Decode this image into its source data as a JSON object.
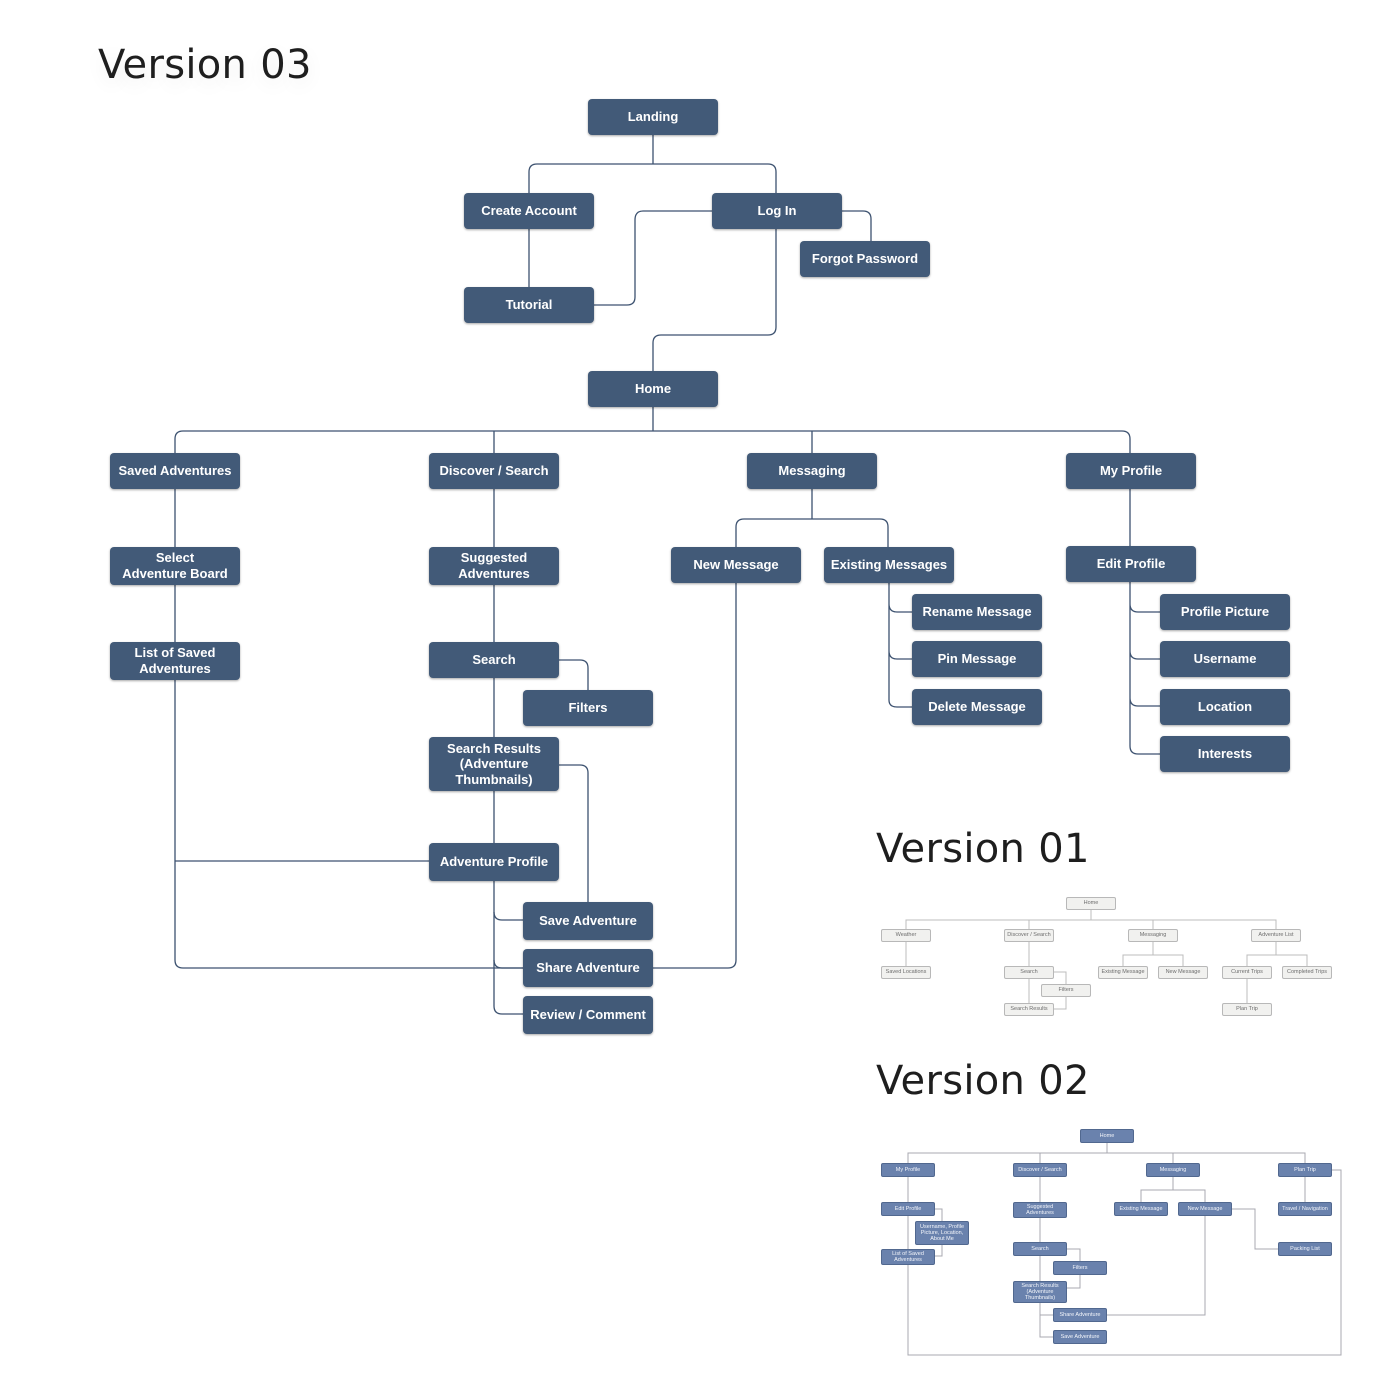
{
  "titles": {
    "v03": "Version 03",
    "v01": "Version 01",
    "v02": "Version 02"
  },
  "v03": {
    "landing": "Landing",
    "create_account": "Create Account",
    "log_in": "Log In",
    "forgot_password": "Forgot Password",
    "tutorial": "Tutorial",
    "home": "Home",
    "saved_adventures": "Saved Adventures",
    "discover_search": "Discover / Search",
    "messaging": "Messaging",
    "my_profile": "My Profile",
    "select_board": "Select\nAdventure Board",
    "list_saved": "List of Saved\nAdventures",
    "suggested": "Suggested\nAdventures",
    "search": "Search",
    "filters": "Filters",
    "search_results": "Search Results\n(Adventure\nThumbnails)",
    "adventure_profile": "Adventure Profile",
    "save_adventure": "Save Adventure",
    "share_adventure": "Share Adventure",
    "review_comment": "Review / Comment",
    "new_message": "New Message",
    "existing_messages": "Existing Messages",
    "rename_message": "Rename Message",
    "pin_message": "Pin Message",
    "delete_message": "Delete Message",
    "edit_profile": "Edit Profile",
    "profile_picture": "Profile Picture",
    "username": "Username",
    "location": "Location",
    "interests": "Interests"
  },
  "v01": {
    "home": "Home",
    "weather": "Weather",
    "discover_search": "Discover / Search",
    "messaging": "Messaging",
    "adventure_list": "Adventure List",
    "saved_locations": "Saved Locations",
    "search": "Search",
    "filters": "Filters",
    "search_results": "Search Results",
    "existing_message": "Existing Message",
    "new_message": "New Message",
    "current_trips": "Current Trips",
    "completed_trips": "Completed Trips",
    "plan_trip": "Plan Trip"
  },
  "v02": {
    "home": "Home",
    "my_profile": "My Profile",
    "discover_search": "Discover / Search",
    "messaging": "Messaging",
    "plan_trip": "Plan Trip",
    "edit_profile": "Edit Profile",
    "username_etc": "Username, Profile\nPicture, Location,\nAbout Me",
    "list_saved": "List of Saved\nAdventures",
    "suggested": "Suggested\nAdventures",
    "search": "Search",
    "filters": "Filters",
    "search_results": "Search Results\n(Adventure\nThumbnails)",
    "share_adventure": "Share Adventure",
    "save_adventure": "Save Adventure",
    "existing_message": "Existing Message",
    "new_message": "New Message",
    "travel_navigation": "Travel / Navigation",
    "packing_list": "Packing List"
  },
  "colors": {
    "v03_node": "#425a78",
    "v03_line": "#3d5270",
    "v01_node": "#f1f1ef",
    "v01_line": "#bcbcbc",
    "v02_node": "#6a82ad",
    "v02_line": "#a8a8b0"
  }
}
